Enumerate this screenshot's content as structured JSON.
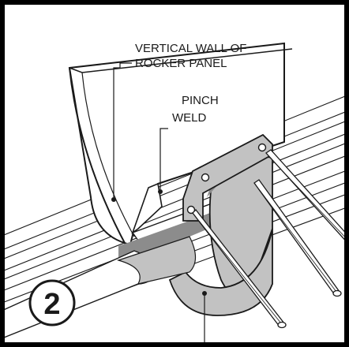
{
  "labels": {
    "rocker_line1": "VERTICAL WALL OF",
    "rocker_line2": "ROCKER PANEL",
    "pinch_line1": "PINCH",
    "pinch_line2": "WELD"
  },
  "step_number": "2",
  "colors": {
    "ink": "#1a1a1a",
    "shadow": "#8c8c8c",
    "strap": "#c2c2c2",
    "frame": "#000000"
  }
}
